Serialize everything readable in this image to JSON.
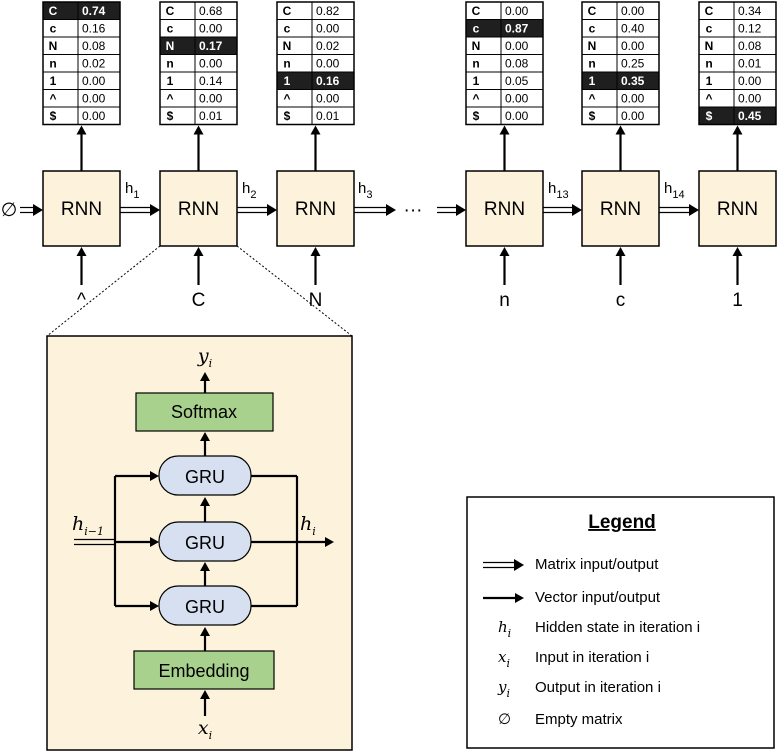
{
  "rnn_label": "RNN",
  "start_symbol": "∅",
  "ellipsis": "···",
  "hidden_prefix": "h",
  "cells": [
    {
      "input": "^",
      "out_h": "1",
      "table": [
        [
          "C",
          "0.74"
        ],
        [
          "c",
          "0.16"
        ],
        [
          "N",
          "0.08"
        ],
        [
          "n",
          "0.02"
        ],
        [
          "1",
          "0.00"
        ],
        [
          "^",
          "0.00"
        ],
        [
          "$",
          "0.00"
        ]
      ],
      "highlight": 0
    },
    {
      "input": "C",
      "out_h": "2",
      "table": [
        [
          "C",
          "0.68"
        ],
        [
          "c",
          "0.00"
        ],
        [
          "N",
          "0.17"
        ],
        [
          "n",
          "0.00"
        ],
        [
          "1",
          "0.14"
        ],
        [
          "^",
          "0.00"
        ],
        [
          "$",
          "0.01"
        ]
      ],
      "highlight": 2
    },
    {
      "input": "N",
      "out_h": "3",
      "table": [
        [
          "C",
          "0.82"
        ],
        [
          "c",
          "0.00"
        ],
        [
          "N",
          "0.02"
        ],
        [
          "n",
          "0.00"
        ],
        [
          "1",
          "0.16"
        ],
        [
          "^",
          "0.00"
        ],
        [
          "$",
          "0.01"
        ]
      ],
      "highlight": 4
    },
    {
      "input": "n",
      "out_h": "13",
      "table": [
        [
          "C",
          "0.00"
        ],
        [
          "c",
          "0.87"
        ],
        [
          "N",
          "0.00"
        ],
        [
          "n",
          "0.08"
        ],
        [
          "1",
          "0.05"
        ],
        [
          "^",
          "0.00"
        ],
        [
          "$",
          "0.00"
        ]
      ],
      "highlight": 1
    },
    {
      "input": "c",
      "out_h": "14",
      "table": [
        [
          "C",
          "0.00"
        ],
        [
          "c",
          "0.40"
        ],
        [
          "N",
          "0.00"
        ],
        [
          "n",
          "0.25"
        ],
        [
          "1",
          "0.35"
        ],
        [
          "^",
          "0.00"
        ],
        [
          "$",
          "0.00"
        ]
      ],
      "highlight": 4
    },
    {
      "input": "1",
      "out_h": "",
      "table": [
        [
          "C",
          "0.34"
        ],
        [
          "c",
          "0.12"
        ],
        [
          "N",
          "0.08"
        ],
        [
          "n",
          "0.01"
        ],
        [
          "1",
          "0.00"
        ],
        [
          "^",
          "0.00"
        ],
        [
          "$",
          "0.45"
        ]
      ],
      "highlight": 6
    }
  ],
  "detail": {
    "output_var": {
      "base": "y",
      "sub": "i"
    },
    "input_var": {
      "base": "x",
      "sub": "i"
    },
    "hidden_in": {
      "base": "h",
      "sub": "i−1"
    },
    "hidden_out": {
      "base": "h",
      "sub": "i"
    },
    "softmax_label": "Softmax",
    "gru_label": "GRU",
    "embedding_label": "Embedding"
  },
  "legend": {
    "title": "Legend",
    "items": [
      {
        "kind": "matrix-arrow",
        "text": "Matrix input/output"
      },
      {
        "kind": "vector-arrow",
        "text": "Vector input/output"
      },
      {
        "kind": "symbol",
        "base": "h",
        "sub": "i",
        "text": "Hidden state in iteration i"
      },
      {
        "kind": "symbol",
        "base": "x",
        "sub": "i",
        "text": "Input in iteration i"
      },
      {
        "kind": "symbol",
        "base": "y",
        "sub": "i",
        "text": "Output in iteration i"
      },
      {
        "kind": "symbol",
        "base": "∅",
        "sub": "",
        "text": "Empty matrix"
      }
    ]
  },
  "colors": {
    "rnn_fill": "#fdf3dc",
    "detail_fill": "#fdf3dc",
    "gru_fill": "#d7e0f1",
    "green_fill": "#a9d18e",
    "highlight_fill": "#1f1f1f",
    "stroke": "#000000"
  }
}
